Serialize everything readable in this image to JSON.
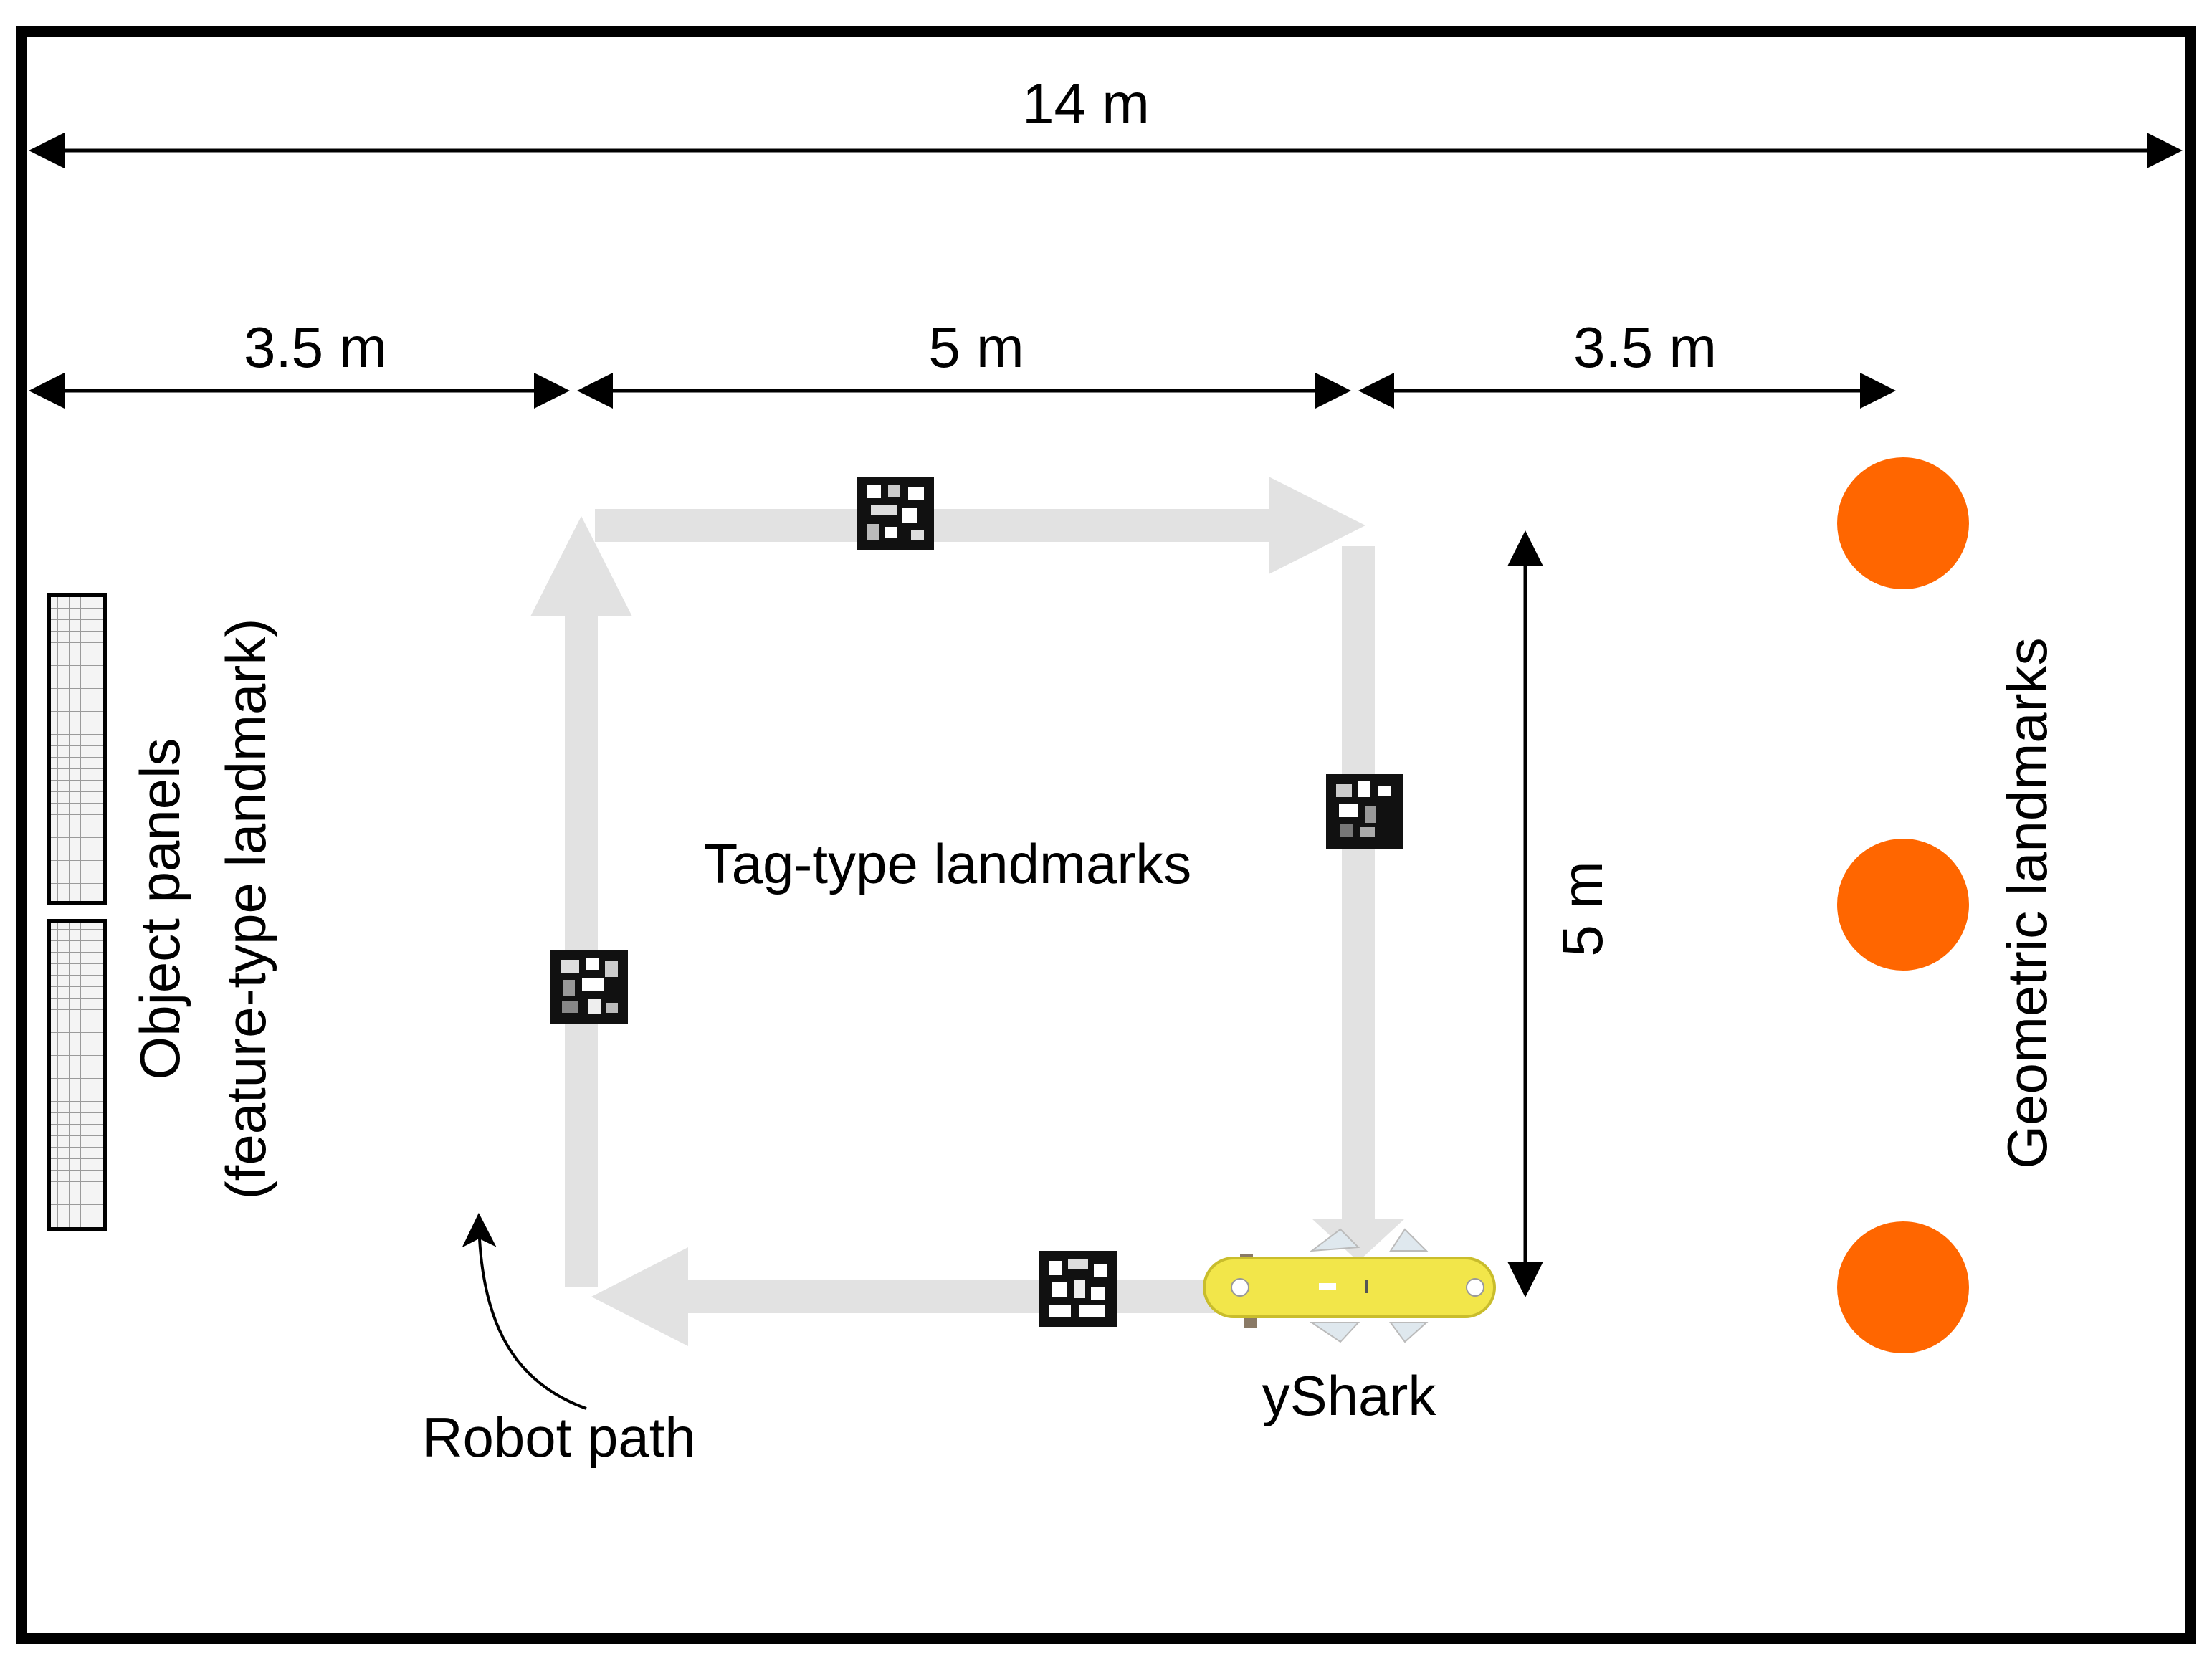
{
  "dimensions": {
    "total_width": "14 m",
    "left_gap": "3.5 m",
    "path_width": "5 m",
    "right_gap": "3.5 m",
    "path_height": "5 m"
  },
  "labels": {
    "object_panels_line1": "Object panels",
    "object_panels_line2": "(feature-type landmark)",
    "tag_landmarks": "Tag-type landmarks",
    "robot_path": "Robot path",
    "robot_name": "yShark",
    "geometric_landmarks": "Geometric landmarks"
  },
  "colors": {
    "border": "#000000",
    "path_arrow": "#e2e2e2",
    "geometric_landmark": "#ff6600",
    "robot_body": "#f2e64a",
    "panel_fill": "#f4f4f4",
    "panel_grid": "#9a9a9a"
  },
  "icons": {
    "tag": "fiducial-tag-icon",
    "robot": "ystark-robot-icon",
    "panel": "grid-panel-icon"
  }
}
